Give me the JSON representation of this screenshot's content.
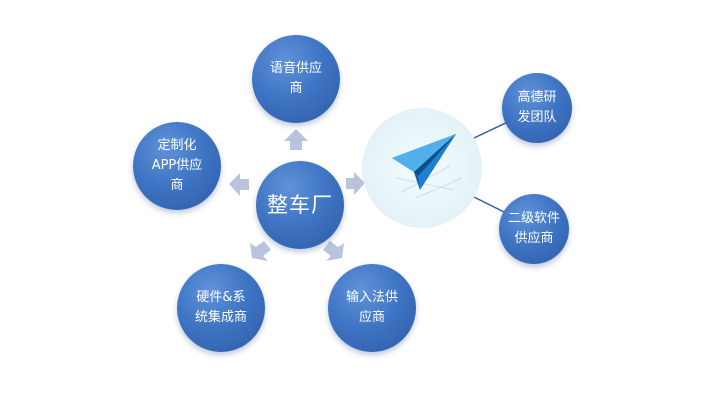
{
  "diagram": {
    "center": {
      "label": "整车厂"
    },
    "suppliers": [
      {
        "id": "voice",
        "label": "语音供应\n商"
      },
      {
        "id": "app",
        "label": "定制化\nAPP供应\n商"
      },
      {
        "id": "hardware",
        "label": "硬件&系\n统集成商"
      },
      {
        "id": "ime",
        "label": "输入法供\n应商"
      }
    ],
    "brand": {
      "icon": "paper-plane-logo-icon",
      "teams": [
        {
          "id": "rd",
          "label": "高德研\n发团队"
        },
        {
          "id": "secondary",
          "label": "二级软件\n供应商"
        }
      ]
    },
    "colors": {
      "node_fill": "#3f75c4",
      "arrow_fill": "#b9c4dc",
      "brand_bg": "#e6f4f8",
      "connector": "#2f5f9c"
    }
  }
}
